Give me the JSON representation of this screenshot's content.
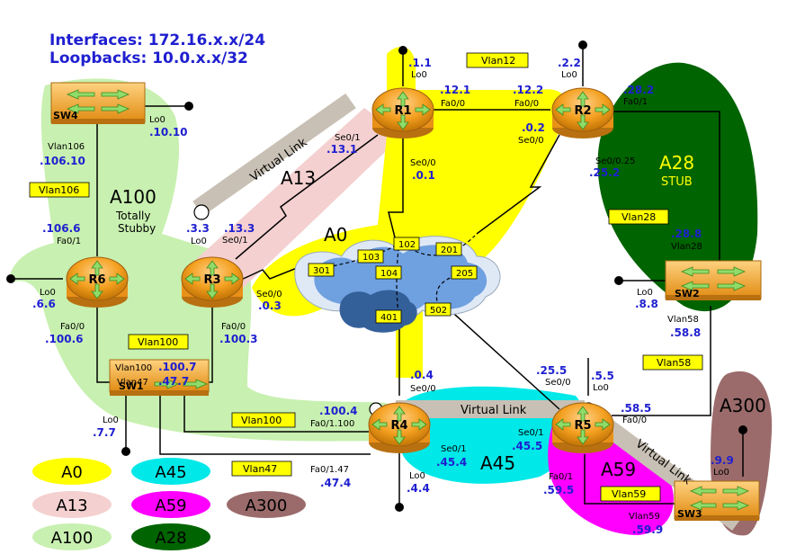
{
  "header": {
    "line1": "Interfaces: 172.16.x.x/24",
    "line2": "Loopbacks: 10.0.x.x/32"
  },
  "routers": [
    {
      "id": "r1",
      "label": "R1"
    },
    {
      "id": "r2",
      "label": "R2"
    },
    {
      "id": "r3",
      "label": "R3"
    },
    {
      "id": "r4",
      "label": "R4"
    },
    {
      "id": "r5",
      "label": "R5"
    },
    {
      "id": "r6",
      "label": "R6"
    }
  ],
  "switches": [
    {
      "id": "sw1",
      "label": "SW1"
    },
    {
      "id": "sw2",
      "label": "SW2"
    },
    {
      "id": "sw3",
      "label": "SW3"
    },
    {
      "id": "sw4",
      "label": "SW4"
    }
  ],
  "areas": {
    "a0": "A0",
    "a13": "A13",
    "a100": "A100",
    "a100_note1": "Totally",
    "a100_note2": "Stubby",
    "a28": "A28",
    "a28_note": "STUB",
    "a45": "A45",
    "a59": "A59",
    "a300": "A300"
  },
  "vlans": {
    "vlan12": "Vlan12",
    "vlan106": "Vlan106",
    "vlan28": "Vlan28",
    "vlan100a": "Vlan100",
    "vlan100b": "Vlan100",
    "vlan58": "Vlan58",
    "vlan47": "Vlan47",
    "vlan59": "Vlan59"
  },
  "frame_relay": {
    "d102": "102",
    "d103": "103",
    "d104": "104",
    "d201": "201",
    "d205": "205",
    "d301": "301",
    "d401": "401",
    "d502": "502"
  },
  "virtual_links": {
    "vl1": "Virtual Link",
    "vl2": "Virtual Link",
    "vl3": "Virtual Link"
  },
  "labels": {
    "r1_lo_ip": ".1.1",
    "r1_lo": "Lo0",
    "r1_fa_ip": ".12.1",
    "r1_fa": "Fa0/0",
    "r1_se01": "Se0/1",
    "r1_se01_ip": ".13.1",
    "r1_se00": "Se0/0",
    "r1_se00_ip": ".0.1",
    "r2_lo_ip": ".2.2",
    "r2_lo": "Lo0",
    "r2_fa00_ip": ".12.2",
    "r2_fa00": "Fa0/0",
    "r2_se_ip": ".0.2",
    "r2_se": "Se0/0",
    "r2_fa01_ip": ".28.2",
    "r2_fa01": "Fa0/1",
    "r2_sub": "Se0/0.25",
    "r2_sub_ip": ".25.2",
    "r3_lo_ip": ".3.3",
    "r3_lo": "Lo0",
    "r3_se01_ip": ".13.3",
    "r3_se01": "Se0/1",
    "r3_se00": "Se0/0",
    "r3_se00_ip": ".0.3",
    "r3_fa": "Fa0/0",
    "r3_fa_ip": ".100.3",
    "r6_vlan_ip": ".106.6",
    "r6_fa01": "Fa0/1",
    "r6_lo": "Lo0",
    "r6_lo_ip": ".6.6",
    "r6_fa00": "Fa0/0",
    "r6_fa00_ip": ".100.6",
    "sw4_lo": "Lo0",
    "sw4_lo_ip": ".10.10",
    "sw4_vlan": "Vlan106",
    "sw4_vlan_ip": ".106.10",
    "sw1_vlan100": "Vlan100",
    "sw1_ip100": ".100.7",
    "sw1_vlan47": "Vlan47",
    "sw1_ip47": ".47.7",
    "sw1_lo": "Lo0",
    "sw1_lo_ip": ".7.7",
    "r4_se_ip": ".0.4",
    "r4_se": "Se0/0",
    "r4_sub100_ip": ".100.4",
    "r4_sub100": "Fa0/1.100",
    "r4_se01": "Se0/1",
    "r4_se01_ip": ".45.4",
    "r4_lo": "Lo0",
    "r4_lo_ip": ".4.4",
    "r4_sub47": "Fa0/1.47",
    "r4_sub47_ip": ".47.4",
    "r5_sub_ip": ".25.5",
    "r5_sub": "Se0/0",
    "r5_lo_ip": ".5.5",
    "r5_lo": "Lo0",
    "r5_se01": "Se0/1",
    "r5_se01_ip": ".45.5",
    "r5_fa00_ip": ".58.5",
    "r5_fa00": "Fa0/0",
    "r5_fa01": "Fa0/1",
    "r5_fa01_ip": ".59.5",
    "sw2_vlan28_ip": ".28.8",
    "sw2_vlan28": "Vlan28",
    "sw2_lo": "Lo0",
    "sw2_lo_ip": ".8.8",
    "sw2_vlan58": "Vlan58",
    "sw2_vlan58_ip": ".58.8",
    "sw3_lo_ip": ".9.9",
    "sw3_lo": "Lo0",
    "sw3_vlan": "Vlan59",
    "sw3_vlan_ip": ".59.9"
  },
  "legend": [
    "A0",
    "A45",
    "A13",
    "A59",
    "A300",
    "A100",
    "A28"
  ],
  "colors": {
    "area0": "#ffff00",
    "area13": "#f4d0d0",
    "area100": "#c8f0b0",
    "area28": "#006400",
    "area45": "#00e8e8",
    "area59": "#ff00ff",
    "area300": "#9b6b6b",
    "ip": "#1f1fd0",
    "vlan_box": "#ffff00",
    "cloud": "#6fa0e0",
    "router": "#f4a020",
    "switch": "#f4a020",
    "virtual_link": "#c8c0b4"
  }
}
